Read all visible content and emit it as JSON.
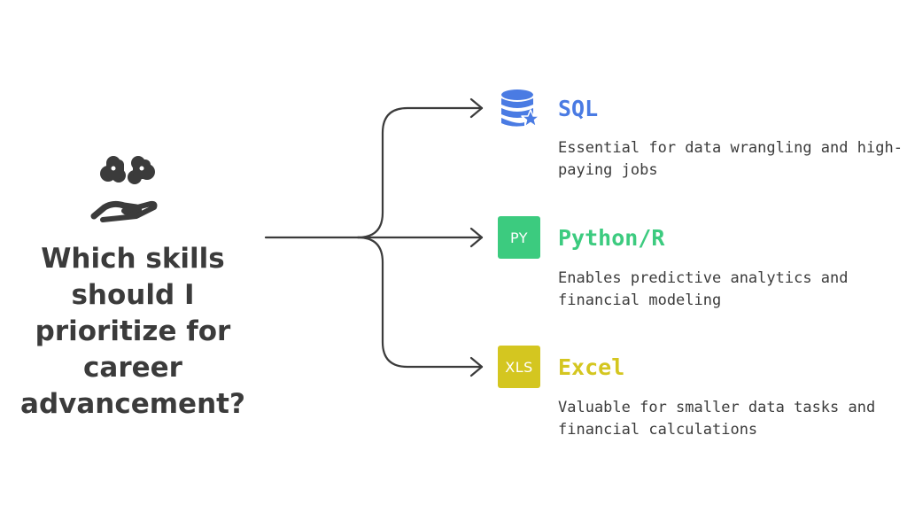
{
  "question": "Which skills should I prioritize for career advancement?",
  "colors": {
    "connector": "#3b3b3b",
    "sql": "#4a7be3",
    "python": "#3ccb7f",
    "excel": "#d4c620",
    "text": "#3b3b3b"
  },
  "options": [
    {
      "title": "SQL",
      "description": "Essential for data wrangling and high-paying jobs",
      "icon": "database-star-icon"
    },
    {
      "title": "Python/R",
      "description": "Enables predictive analytics and financial modeling",
      "icon": "py-file-icon",
      "badge": "PY"
    },
    {
      "title": "Excel",
      "description": "Valuable for smaller data tasks and financial calculations",
      "icon": "xls-file-icon",
      "badge": "XLS"
    }
  ]
}
